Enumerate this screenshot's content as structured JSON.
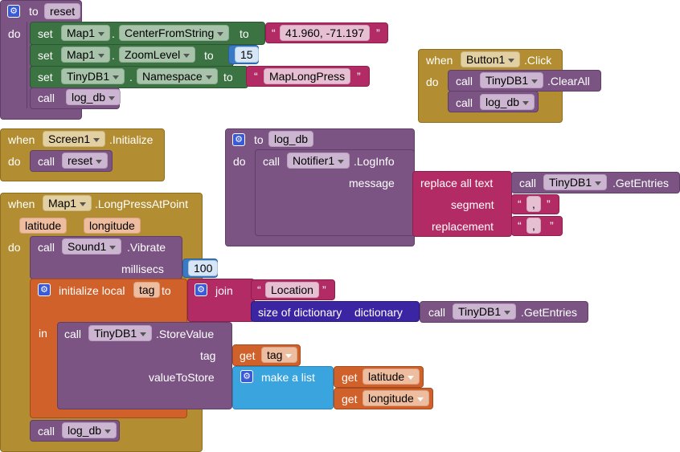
{
  "reset_proc": {
    "to": "to",
    "name": "reset",
    "do": "do",
    "set_label": "set",
    "to_label": "to",
    "stmt1": {
      "component": "Map1",
      "property": "CenterFromString",
      "value": "41.960, -71.197"
    },
    "stmt2": {
      "component": "Map1",
      "property": "ZoomLevel",
      "value": "15"
    },
    "stmt3": {
      "component": "TinyDB1",
      "property": "Namespace",
      "value": "MapLongPress"
    },
    "call_label": "call",
    "call_proc": "log_db"
  },
  "button_click": {
    "when": "when",
    "component": "Button1",
    "event": ".Click",
    "do": "do",
    "call_label": "call",
    "stmt1_component": "TinyDB1",
    "stmt1_method": ".ClearAll",
    "stmt2_proc": "log_db"
  },
  "screen_init": {
    "when": "when",
    "component": "Screen1",
    "event": ".Initialize",
    "do": "do",
    "call_label": "call",
    "proc": "reset"
  },
  "log_db_proc": {
    "to": "to",
    "name": "log_db",
    "do": "do",
    "call_label": "call",
    "component": "Notifier1",
    "method": ".LogInfo",
    "message_label": "message",
    "replace_label": "replace all text",
    "inner_call_label": "call",
    "inner_component": "TinyDB1",
    "inner_method": ".GetEntries",
    "segment_label": "segment",
    "segment_value": ",",
    "replacement_label": "replacement",
    "replacement_value": ", "
  },
  "longpress": {
    "when": "when",
    "component": "Map1",
    "event": ".LongPressAtPoint",
    "param1": "latitude",
    "param2": "longitude",
    "do": "do",
    "call_label": "call",
    "vibrate_component": "Sound1",
    "vibrate_method": ".Vibrate",
    "millisecs_label": "millisecs",
    "millisecs_value": "100",
    "init_local": "initialize local",
    "local_name": "tag",
    "to_label": "to",
    "join_label": "join",
    "join_text": "Location",
    "size_label": "size of dictionary",
    "dictionary_label": "dictionary",
    "getentries_component": "TinyDB1",
    "getentries_method": ".GetEntries",
    "in_label": "in",
    "store_component": "TinyDB1",
    "store_method": ".StoreValue",
    "tag_label": "tag",
    "get_label": "get",
    "get_tag": "tag",
    "value_label": "valueToStore",
    "make_list": "make a list",
    "get_lat": "latitude",
    "get_lon": "longitude",
    "final_proc": "log_db"
  }
}
